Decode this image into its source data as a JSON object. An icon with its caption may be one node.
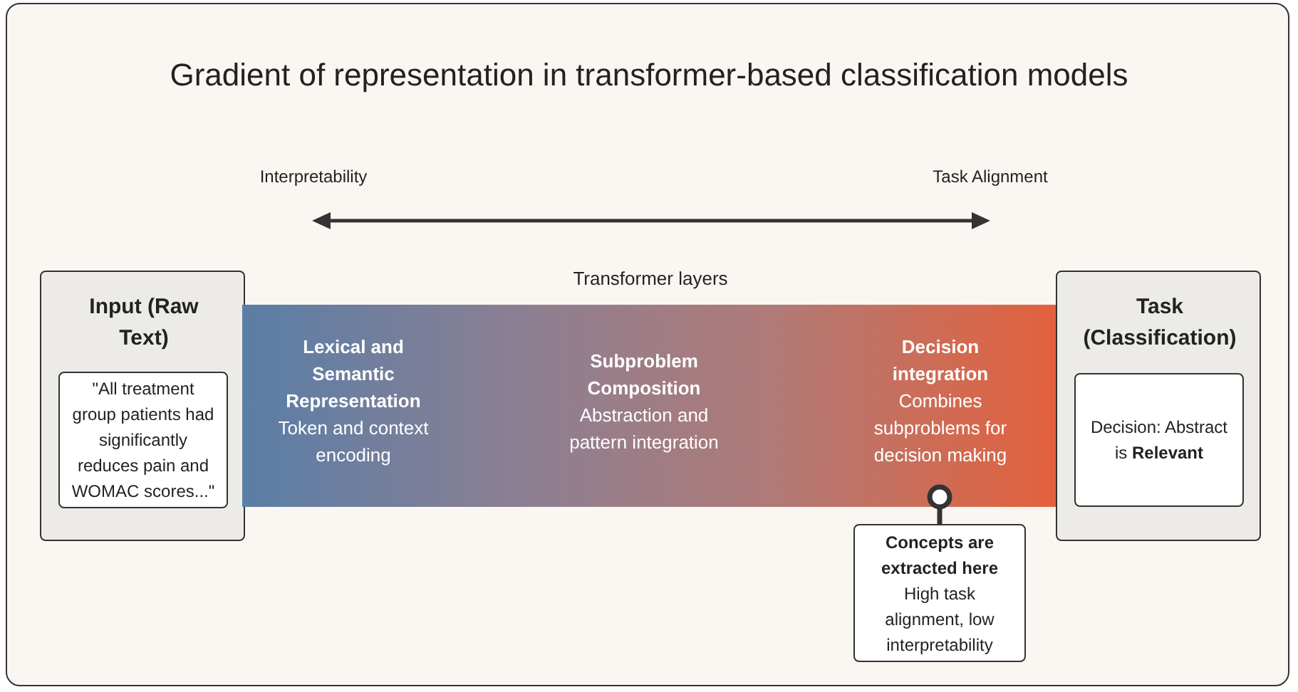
{
  "diagram": {
    "title": "Gradient of representation in transformer-based classification models",
    "nodes": [
      {
        "text": [
          "Input (Raw Text)"
        ]
      },
      {
        "text": [
          "\"All treatment group patients had significantly reduces pain and WOMAC scores...\""
        ],
        "in": 0
      },
      {
        "text": [
          "Transformer layers",
          "Lexical and Semantic Representation",
          "Token and context encoding",
          "Subproblem Composition",
          "Abstraction and pattern integration",
          "Decision integration",
          "Combines subproblems for decision making"
        ]
      },
      {
        "text": [
          "Task (Classification)"
        ]
      },
      {
        "text": [
          "Decision: Abstract is **Relevant**"
        ],
        "in": 3
      },
      {
        "text": [
          "Concepts are extracted here",
          "High task alignment, low interpretability"
        ]
      }
    ],
    "edges": [
      {
        "from": 5,
        "to": 2,
        "arrow": "other"
      }
    ],
    "labels": [
      "Interpretability",
      "Task Alignment"
    ]
  }
}
